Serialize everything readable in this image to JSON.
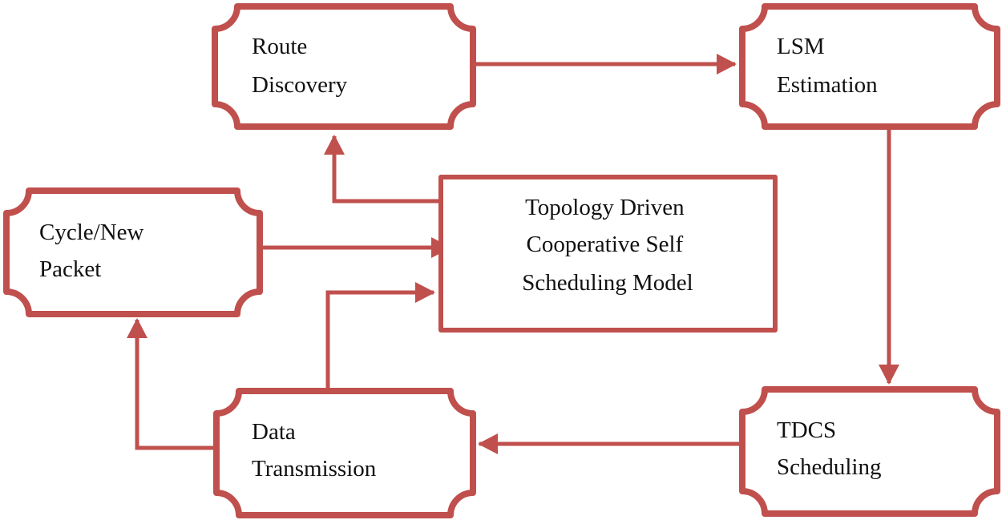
{
  "colors": {
    "stroke": "#c0504d",
    "text": "#111111",
    "background": "#ffffff"
  },
  "nodes": {
    "route_discovery": {
      "lines": [
        "Route",
        "Discovery"
      ]
    },
    "lsm_estimation": {
      "lines": [
        "LSM",
        "Estimation"
      ]
    },
    "cycle_new_packet": {
      "lines": [
        "Cycle/New",
        "Packet"
      ]
    },
    "tdcs_model": {
      "lines": [
        "Topology Driven",
        "Cooperative Self",
        "Scheduling Model"
      ]
    },
    "data_transmission": {
      "lines": [
        "Data",
        "Transmission"
      ]
    },
    "tdcs_scheduling": {
      "lines": [
        "TDCS",
        "Scheduling"
      ]
    }
  },
  "edges": [
    {
      "from": "tdcs_model",
      "to": "route_discovery"
    },
    {
      "from": "route_discovery",
      "to": "lsm_estimation"
    },
    {
      "from": "lsm_estimation",
      "to": "tdcs_scheduling"
    },
    {
      "from": "tdcs_scheduling",
      "to": "data_transmission"
    },
    {
      "from": "data_transmission",
      "to": "cycle_new_packet"
    },
    {
      "from": "data_transmission",
      "to": "tdcs_model"
    },
    {
      "from": "cycle_new_packet",
      "to": "tdcs_model"
    }
  ]
}
